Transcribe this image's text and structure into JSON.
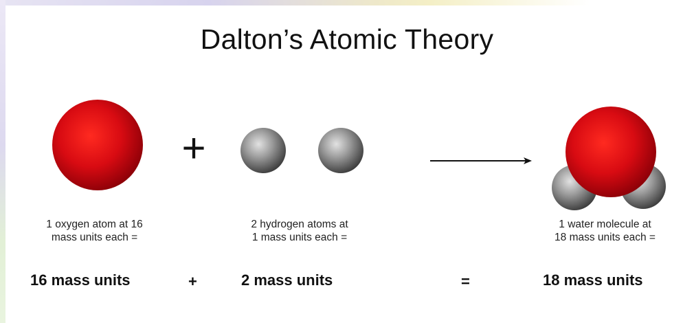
{
  "title": "Dalton’s Atomic Theory",
  "operators": {
    "plus_big": "+",
    "plus_small": "+",
    "equals": "="
  },
  "oxygen": {
    "label_line1": "1 oxygen atom at 16",
    "label_line2": "mass units each =",
    "total": "16 mass units",
    "color": "#d10c14"
  },
  "hydrogen": {
    "label_line1": "2 hydrogen atoms at",
    "label_line2": "1 mass units each =",
    "total": "2 mass units",
    "color": "#8a8a8a"
  },
  "water": {
    "label_line1": "1 water molecule at",
    "label_line2": "18 mass units each =",
    "total": "18 mass units"
  }
}
